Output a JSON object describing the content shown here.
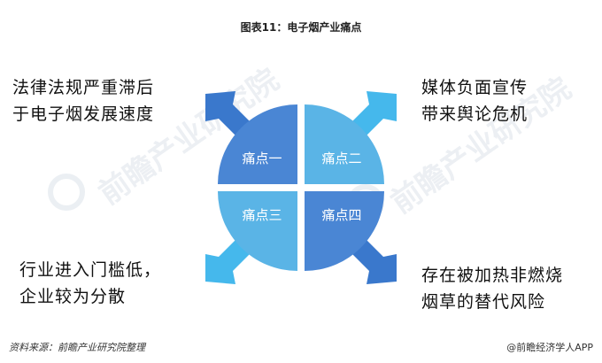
{
  "title": "图表11：电子烟产业痛点",
  "quadrants": [
    {
      "label": "痛点一",
      "color": "#4a86d4"
    },
    {
      "label": "痛点二",
      "color": "#5ab4e6"
    },
    {
      "label": "痛点三",
      "color": "#5ab4e6"
    },
    {
      "label": "痛点四",
      "color": "#4a86d4"
    }
  ],
  "points": [
    {
      "lines": [
        "法律法规严重滞后",
        "于电子烟发展速度"
      ]
    },
    {
      "lines": [
        "媒体负面宣传",
        "带来舆论危机"
      ]
    },
    {
      "lines": [
        "行业进入门槛低，",
        "企业较为分散"
      ]
    },
    {
      "lines": [
        "存在被加热非燃烧",
        "烟草的替代风险"
      ]
    }
  ],
  "arrow_colors": {
    "dark": "#3a78cc",
    "light": "#45b8ec"
  },
  "watermark": "前瞻产业研究院",
  "footer": {
    "source": "资料来源：前瞻产业研究院整理",
    "brand": "@前瞻经济学人APP"
  }
}
